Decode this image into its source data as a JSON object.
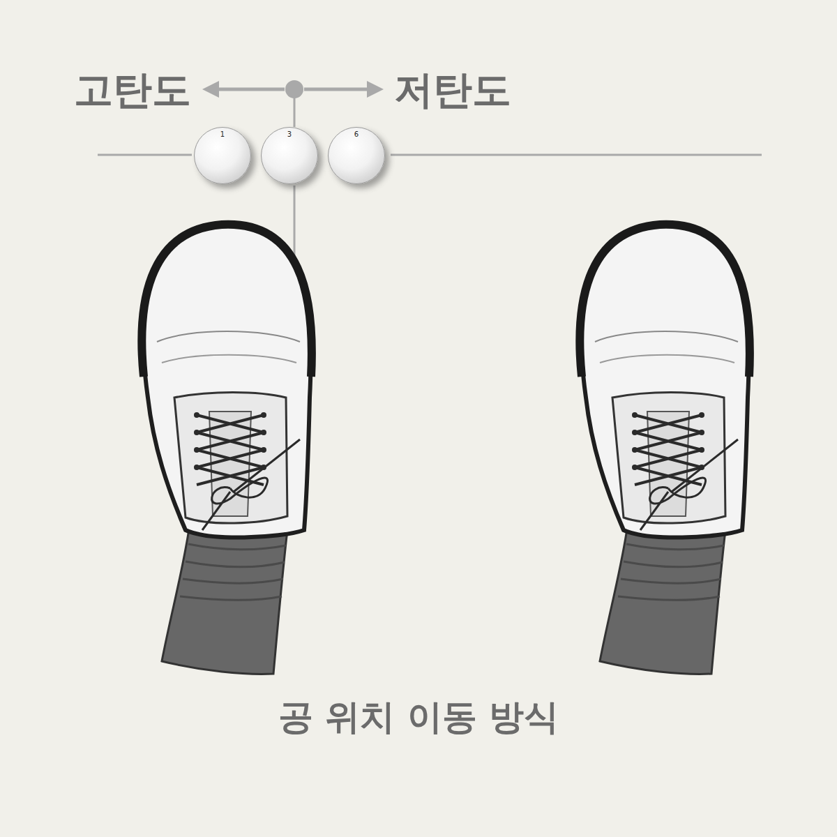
{
  "diagram": {
    "caption": "공 위치 이동 방식",
    "nodes": [
      {
        "text": [
          "1"
        ]
      },
      {
        "text": [
          "3"
        ]
      },
      {
        "text": [
          "6"
        ]
      }
    ],
    "labels": [
      "고탄도",
      "저탄도"
    ]
  }
}
